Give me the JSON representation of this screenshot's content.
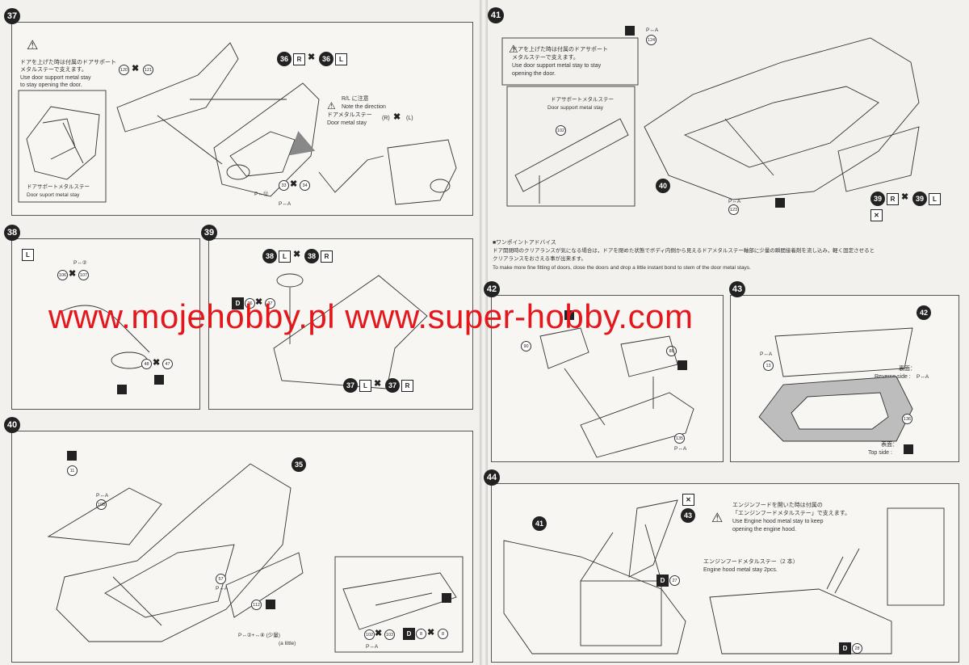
{
  "watermark": "www.mojehobby.pl www.super-hobby.com",
  "steps": {
    "s37": {
      "num": "37",
      "warn_jp": "ドアを上げた時は付属のドアサポート",
      "warn_jp2": "メタルステーで支えます。",
      "warn_en": "Use door support metal stay",
      "warn_en2": "to stay opening the door.",
      "inset_jp": "ドアサポートメタルステー",
      "inset_en": "Door suport metal stay",
      "parts_top": "36",
      "label_r": "R",
      "label_l": "L",
      "parts_top2": "36",
      "rl_jp": "R/L に注意",
      "rl_en": "Note the direction",
      "stay_jp": "ドアメタルステー",
      "stay_en": "Door metal stay",
      "stay_r": "(R)",
      "stay_l": "(L)",
      "p120": "120",
      "p121": "121",
      "p33": "33",
      "p34": "34",
      "p_pe12": "P↔⑫",
      "p_pa": "P↔A"
    },
    "s38": {
      "num": "38",
      "label_l": "L",
      "p2": "P↔②",
      "p106": "106",
      "p107": "107",
      "p48": "48",
      "p47": "47"
    },
    "s39": {
      "num": "39",
      "top_a": "38",
      "top_l": "L",
      "top_b": "38",
      "top_r": "R",
      "d": "D",
      "d36": "36",
      "d37": "37",
      "bot_a": "37",
      "bot_l": "L",
      "bot_b": "37",
      "bot_r": "R"
    },
    "s40": {
      "num": "40",
      "p11": "11",
      "pa": "P↔A",
      "p108": "108",
      "p35": "35",
      "p57": "57",
      "pa2": "P↔A",
      "p112": "112",
      "bottom": "P↔②+↔⑧ (少量)",
      "little": "(a little)",
      "p102": "102",
      "p103": "103",
      "pa3": "P↔A",
      "d": "D",
      "d8": "8",
      "x8": "8"
    },
    "s41": {
      "num": "41",
      "warn_jp": "ドアを上げた時は付属のドアサポート",
      "warn_jp2": "メタルステーで支えます。",
      "warn_en": "Use door support metal stay to stay",
      "warn_en2": "opening the door.",
      "inset_jp": "ドアサポートメタルステー",
      "inset_en": "Door support metal stay",
      "p124": "124",
      "p102": "102",
      "p40": "40",
      "p123": "123",
      "pa": "P↔A",
      "r39": "39",
      "r39r": "R",
      "r39b": "39",
      "r39l": "L",
      "tip_title": "■ワンポイントアドバイス",
      "tip_jp1": "ドア開閉時のクリアランスが気になる場合は，ドアを閉めた状態でボディ内側から見えるドアメタルステー軸部に少量の瞬間接着剤を流し込み，軽く固定させると",
      "tip_jp2": "クリアランスをおさえる事が出来ます。",
      "tip_en": "To make more fine fitting of doors, close the doors and drop a little instant bond to stem of the door metal stays."
    },
    "s42": {
      "num": "42",
      "p90": "90",
      "p88": "88",
      "p135": "135",
      "pa": "P↔A"
    },
    "s43": {
      "num": "43",
      "pa": "P↔A",
      "p13": "13",
      "p136": "136",
      "rev_jp": "裏面：",
      "rev_en": "Reverse side :",
      "rev_pa": "P↔A",
      "top_jp": "表面：",
      "top_en": "Top side :",
      "p42": "42"
    },
    "s44": {
      "num": "44",
      "p41": "41",
      "p43": "43",
      "warn_jp": "エンジンフードを開いた時は付属の",
      "warn_jp2": "「エンジンフードメタルステー」で支えます。",
      "warn_en": "Use Engine hood metal stay to keep",
      "warn_en2": "opening the engine hood.",
      "stay_jp": "エンジンフードメタルステー（2 本）",
      "stay_en": "Engine hood metal stay 2pcs.",
      "d27": "27",
      "d28": "28",
      "d": "D"
    }
  }
}
